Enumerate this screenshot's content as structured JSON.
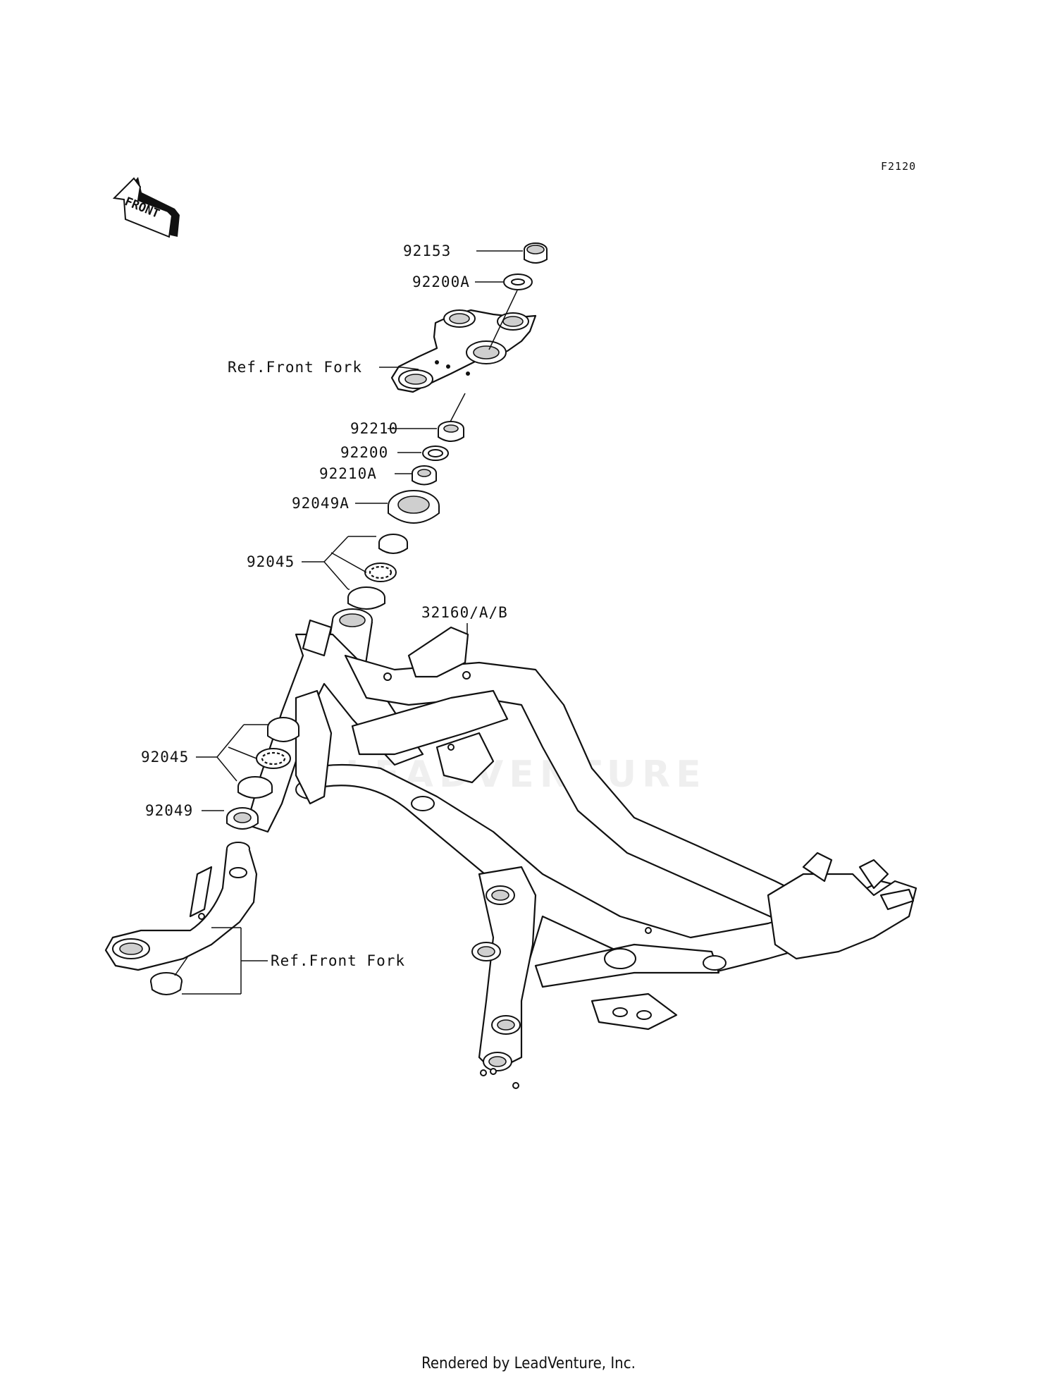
{
  "diagram_code": "F2120",
  "front_arrow_text": "FRONT",
  "watermark": "LEADVENTURE",
  "footer": "Rendered by LeadVenture, Inc.",
  "labels": {
    "p92153": "92153",
    "p92200a": "92200A",
    "ref_fork_upper": "Ref.Front Fork",
    "p92210": "92210",
    "p92200": "92200",
    "p92210a": "92210A",
    "p92049a": "92049A",
    "p92045_upper": "92045",
    "p32160": "32160/A/B",
    "p92045_lower": "92045",
    "p92049": "92049",
    "ref_fork_lower": "Ref.Front Fork"
  }
}
